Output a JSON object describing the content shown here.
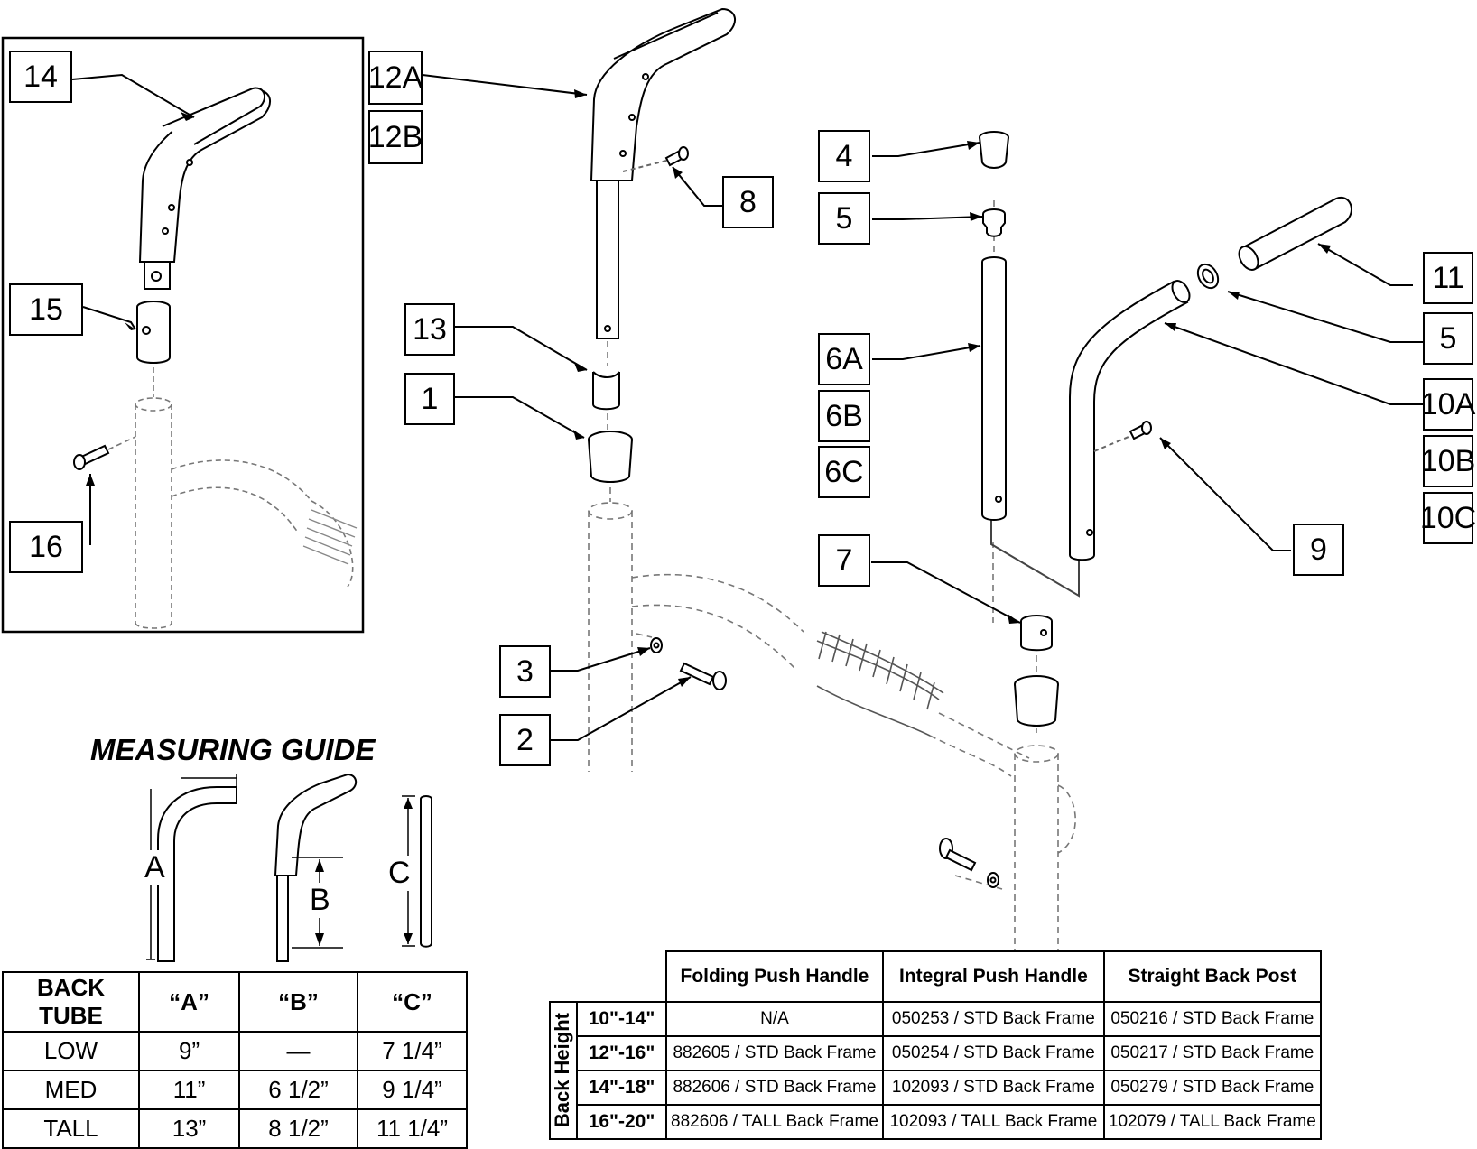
{
  "callouts": [
    "14",
    "12A",
    "12B",
    "15",
    "16",
    "8",
    "13",
    "1",
    "4",
    "5",
    "6A",
    "6B",
    "6C",
    "11",
    "5",
    "10A",
    "10B",
    "10C",
    "9",
    "7",
    "3",
    "2"
  ],
  "measuring_guide": {
    "title": "MEASURING GUIDE",
    "dims": [
      "A",
      "B",
      "C"
    ]
  },
  "back_tube_table": {
    "header": [
      "BACK TUBE",
      "“A”",
      "“B”",
      "“C”"
    ],
    "rows": [
      [
        "LOW",
        "9”",
        "—",
        "7 1/4”"
      ],
      [
        "MED",
        "11”",
        "6 1/2”",
        "9 1/4”"
      ],
      [
        "TALL",
        "13”",
        "8 1/2”",
        "11 1/4”"
      ]
    ]
  },
  "push_handle_table": {
    "side_label": "Back Height",
    "columns": [
      "Folding Push Handle",
      "Integral Push Handle",
      "Straight Back Post"
    ],
    "rows": [
      {
        "range": "10\"-14\"",
        "cells": [
          "N/A",
          "050253 / STD Back Frame",
          "050216 / STD Back Frame"
        ]
      },
      {
        "range": "12\"-16\"",
        "cells": [
          "882605 / STD Back Frame",
          "050254 / STD Back Frame",
          "050217 / STD Back Frame"
        ]
      },
      {
        "range": "14\"-18\"",
        "cells": [
          "882606 / STD Back Frame",
          "102093 / STD Back Frame",
          "050279 / STD Back Frame"
        ]
      },
      {
        "range": "16\"-20\"",
        "cells": [
          "882606 / TALL Back Frame",
          "102093 / TALL Back Frame",
          "102079 / TALL Back Frame"
        ]
      }
    ]
  }
}
